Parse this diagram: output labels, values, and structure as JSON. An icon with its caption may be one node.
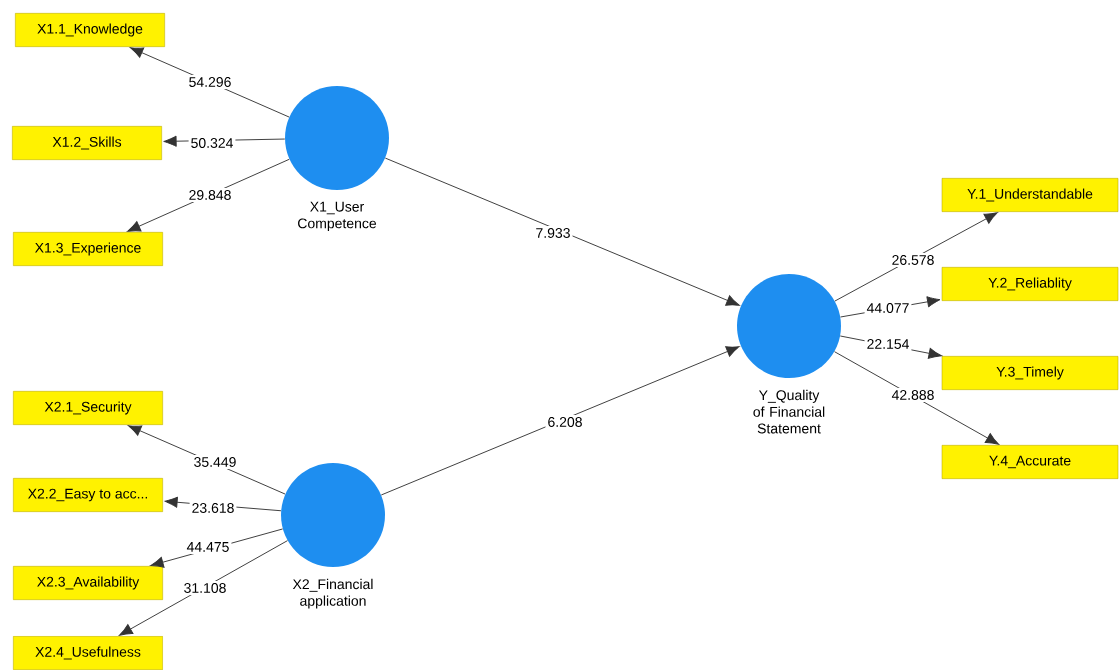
{
  "diagram": {
    "nodes": [
      {
        "text": [
          "X1.1_Knowledge"
        ]
      },
      {
        "text": [
          "X1.2_Skills"
        ]
      },
      {
        "text": [
          "X1.3_Experience"
        ]
      },
      {
        "text": [],
        "shape": "circle",
        "beside": [
          "X1_User Competence"
        ]
      },
      {
        "text": [
          "Y.1_Understandable"
        ]
      },
      {
        "text": [
          "Y.2_Reliablity"
        ]
      },
      {
        "text": [],
        "shape": "circle",
        "beside": [
          "Y_Quality of Financial Statement"
        ]
      },
      {
        "text": [
          "Y.3_Timely"
        ]
      },
      {
        "text": [
          "X2.1_Security"
        ]
      },
      {
        "text": [
          "Y.4_Accurate"
        ]
      },
      {
        "text": [
          "X2.2_Easy to acc..."
        ]
      },
      {
        "text": [],
        "shape": "circle",
        "beside": [
          "X2_Financial application"
        ]
      },
      {
        "text": [
          "X2.3_Availability"
        ]
      },
      {
        "text": [
          "X2.4_Usefulness"
        ]
      }
    ],
    "edges": [
      {
        "from": 3,
        "to": 0,
        "arrow": "to",
        "label": "54.296"
      },
      {
        "from": 3,
        "to": 1,
        "arrow": "to",
        "label": "50.324"
      },
      {
        "from": 3,
        "to": 2,
        "arrow": "to",
        "label": "29.848"
      },
      {
        "from": 3,
        "to": 6,
        "arrow": "to",
        "label": "7.933"
      },
      {
        "from": 11,
        "to": 6,
        "arrow": "to",
        "label": "6.208"
      },
      {
        "from": 6,
        "to": 4,
        "arrow": "to",
        "label": "26.578"
      },
      {
        "from": 6,
        "to": 5,
        "arrow": "to",
        "label": "44.077"
      },
      {
        "from": 6,
        "to": 7,
        "arrow": "to",
        "label": "22.154"
      },
      {
        "from": 6,
        "to": 9,
        "arrow": "to",
        "label": "42.888"
      },
      {
        "from": 11,
        "to": 8,
        "arrow": "to",
        "label": "35.449"
      },
      {
        "from": 11,
        "to": 10,
        "arrow": "to",
        "label": "23.618"
      },
      {
        "from": 11,
        "to": 12,
        "arrow": "to",
        "label": "44.475"
      },
      {
        "from": 11,
        "to": 13,
        "arrow": "to",
        "label": "31.108"
      }
    ]
  }
}
